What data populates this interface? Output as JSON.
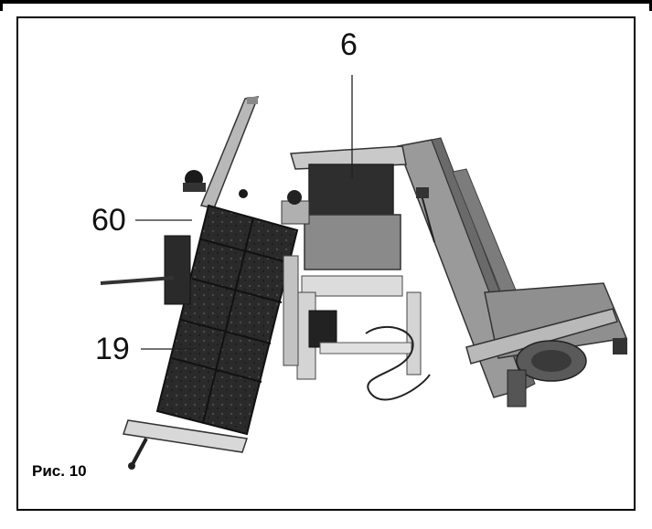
{
  "figure": {
    "caption": "Рис. 10",
    "callouts": {
      "label_6": "6",
      "label_60": "60",
      "label_19": "19"
    }
  }
}
